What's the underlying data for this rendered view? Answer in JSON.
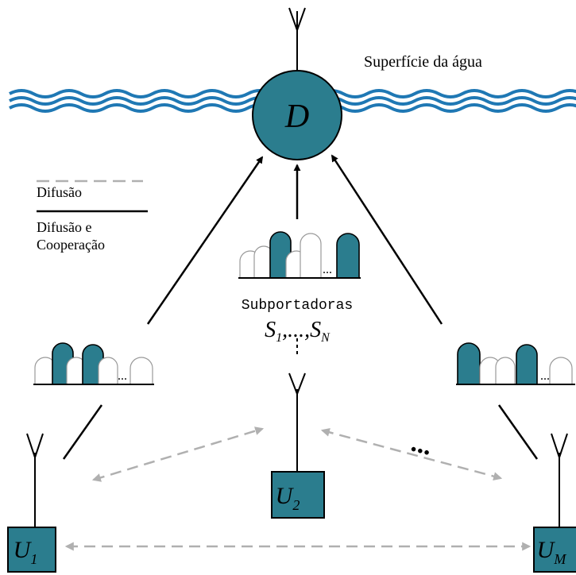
{
  "labels": {
    "surface": "Superfície da água",
    "destination": "D",
    "subcarriers_word": "Subportadoras",
    "subcarriers_formula": "S1,...,SN",
    "u1": "U1",
    "u2": "U2",
    "uM": "UM",
    "ellipsis_small": "...",
    "ellipsis_users": "..."
  },
  "legend": {
    "broadcast": "Difusão",
    "coop_line1": "Difusão e",
    "coop_line2": "Cooperação"
  },
  "colors": {
    "teal": "#2b7d8e",
    "water": "#1f78b4",
    "dashed": "#b0b0b0",
    "ink": "#000000"
  },
  "icons": [
    "antenna-icon",
    "subcarrier-hump-icon"
  ]
}
